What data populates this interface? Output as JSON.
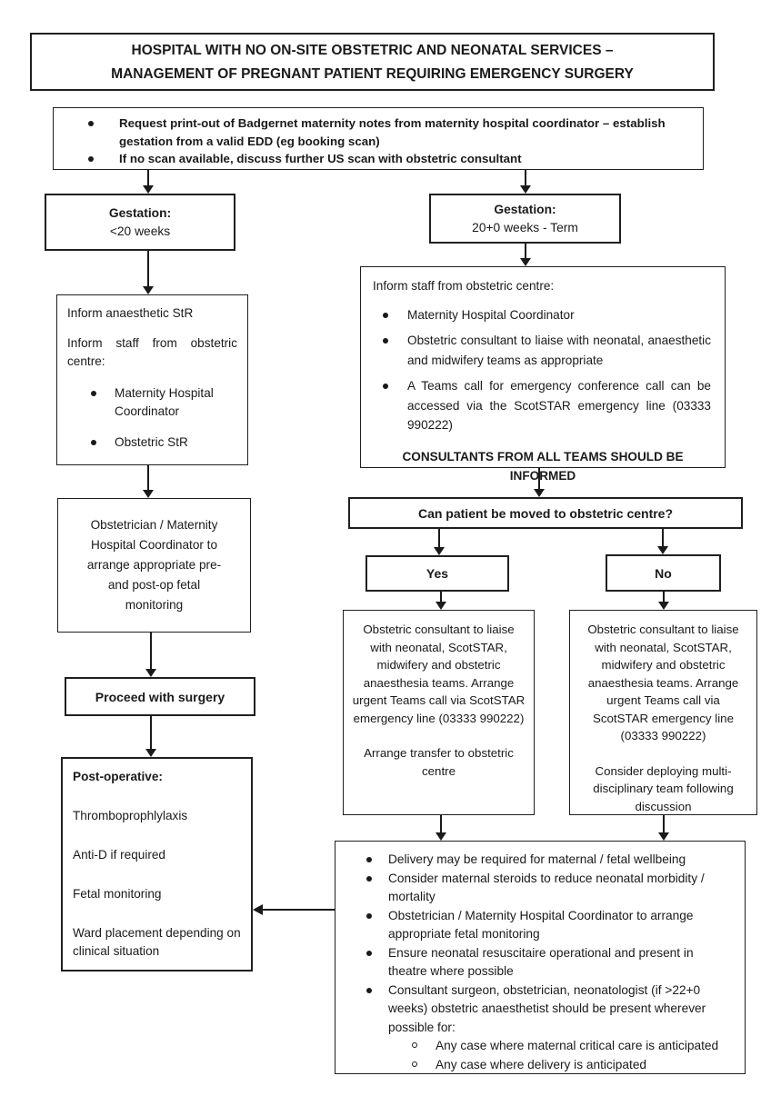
{
  "colors": {
    "ink": "#1a1a1a",
    "background": "#ffffff"
  },
  "title": {
    "line1": "HOSPITAL WITH NO ON-SITE OBSTETRIC AND NEONATAL SERVICES –",
    "line2": "MANAGEMENT OF PREGNANT PATIENT REQUIRING EMERGENCY SURGERY"
  },
  "intake": {
    "bullets": [
      "Request print-out of Badgernet maternity notes from maternity hospital coordinator – establish gestation from a valid EDD (eg booking scan)",
      "If no scan available, discuss further US scan with obstetric consultant"
    ]
  },
  "left_branch": {
    "gestation": {
      "label": "Gestation:",
      "value": "<20 weeks"
    },
    "inform": {
      "line1": "Inform anaesthetic StR",
      "line2": "Inform staff from obstetric centre:",
      "bullets": [
        "Maternity Hospital Coordinator",
        "Obstetric StR"
      ]
    },
    "monitoring": "Obstetrician / Maternity Hospital Coordinator to arrange appropriate pre- and post-op fetal monitoring",
    "proceed": "Proceed with surgery",
    "postop": {
      "heading": "Post-operative:",
      "items": [
        "Thromboprophlylaxis",
        "Anti-D if required",
        "Fetal monitoring",
        "Ward placement depending on clinical situation"
      ]
    }
  },
  "right_branch": {
    "gestation": {
      "label": "Gestation:",
      "value": "20+0 weeks - Term"
    },
    "inform": {
      "intro": "Inform staff from obstetric centre:",
      "bullets": [
        "Maternity Hospital Coordinator",
        "Obstetric consultant to liaise with neonatal, anaesthetic and midwifery teams as appropriate",
        "A Teams call for emergency conference call can be accessed via the ScotSTAR emergency line (03333 990222)"
      ],
      "note": "CONSULTANTS FROM ALL TEAMS SHOULD BE INFORMED"
    },
    "question": "Can patient be moved to obstetric centre?",
    "yes_label": "Yes",
    "no_label": "No",
    "yes_branch": {
      "body": "Obstetric consultant to liaise with neonatal, ScotSTAR, midwifery and obstetric anaesthesia teams. Arrange urgent Teams call via ScotSTAR emergency line (03333 990222)",
      "action": "Arrange transfer to obstetric centre"
    },
    "no_branch": {
      "body": "Obstetric consultant to liaise with neonatal, ScotSTAR, midwifery and obstetric anaesthesia teams. Arrange urgent Teams call via ScotSTAR emergency line (03333 990222)",
      "action": "Consider deploying multi-disciplinary team following discussion"
    },
    "delivery": {
      "bullets": [
        "Delivery may be required for maternal / fetal wellbeing",
        "Consider maternal steroids to reduce neonatal morbidity / mortality",
        "Obstetrician / Maternity Hospital Coordinator to arrange appropriate fetal monitoring",
        "Ensure neonatal resuscitaire operational and present in theatre where possible",
        "Consultant surgeon, obstetrician, neonatologist (if >22+0 weeks) obstetric anaesthetist should be present wherever possible for:"
      ],
      "sub_bullets": [
        "Any case where maternal critical care is anticipated",
        "Any case where delivery is anticipated"
      ]
    }
  }
}
